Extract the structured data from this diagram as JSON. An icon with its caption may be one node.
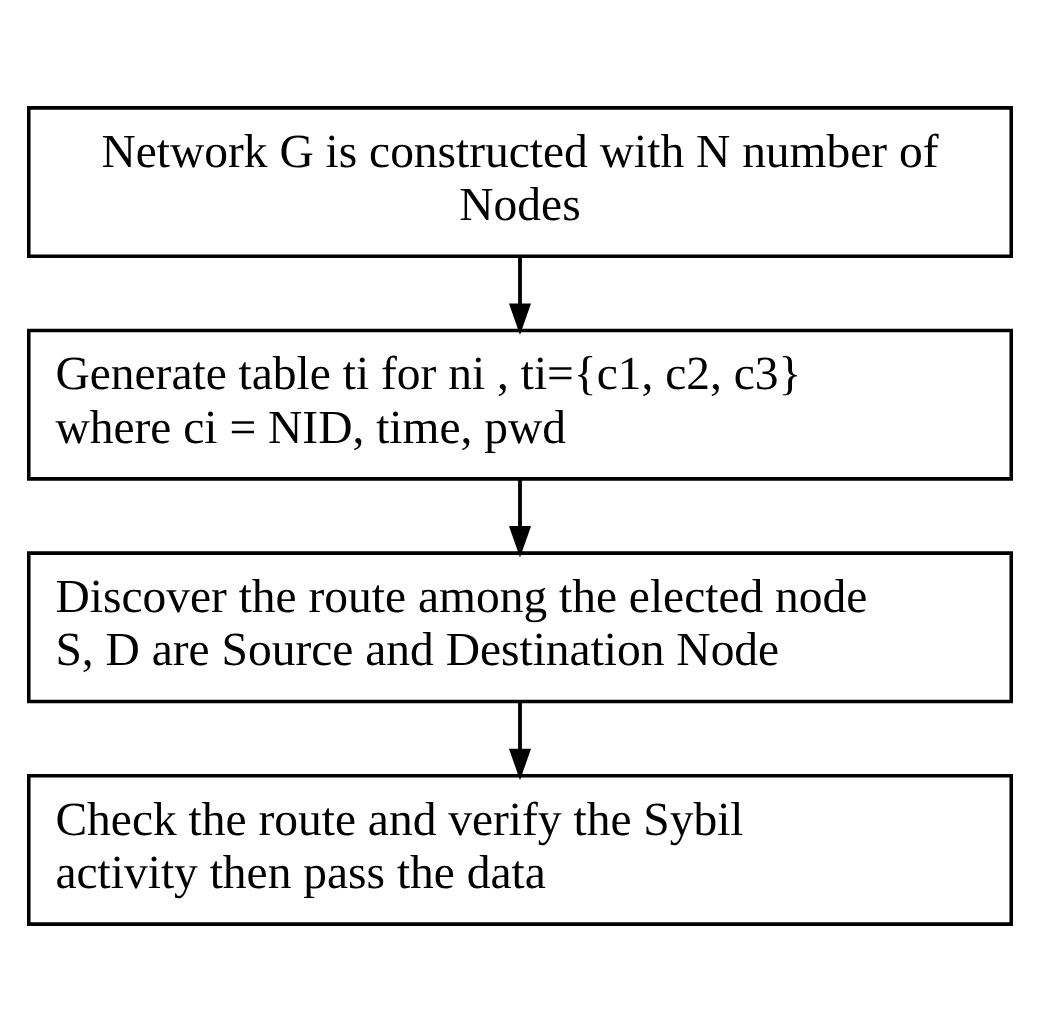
{
  "diagram": {
    "nodes": [
      {
        "text": [
          "Network G is constructed with N number of Nodes"
        ]
      },
      {
        "text": [
          "Generate table ti for ni , ti={c1, c2, c3} where ci = NID, time, pwd"
        ]
      },
      {
        "text": [
          "Discover the route among the elected node S, D are Source and Destination Node"
        ]
      },
      {
        "text": [
          "Check the route and verify the Sybil activity then pass the data"
        ]
      }
    ],
    "edges": [
      {
        "from": 0,
        "to": 1,
        "arrow": "to"
      },
      {
        "from": 1,
        "to": 2,
        "arrow": "to"
      },
      {
        "from": 2,
        "to": 3,
        "arrow": "to"
      }
    ]
  }
}
